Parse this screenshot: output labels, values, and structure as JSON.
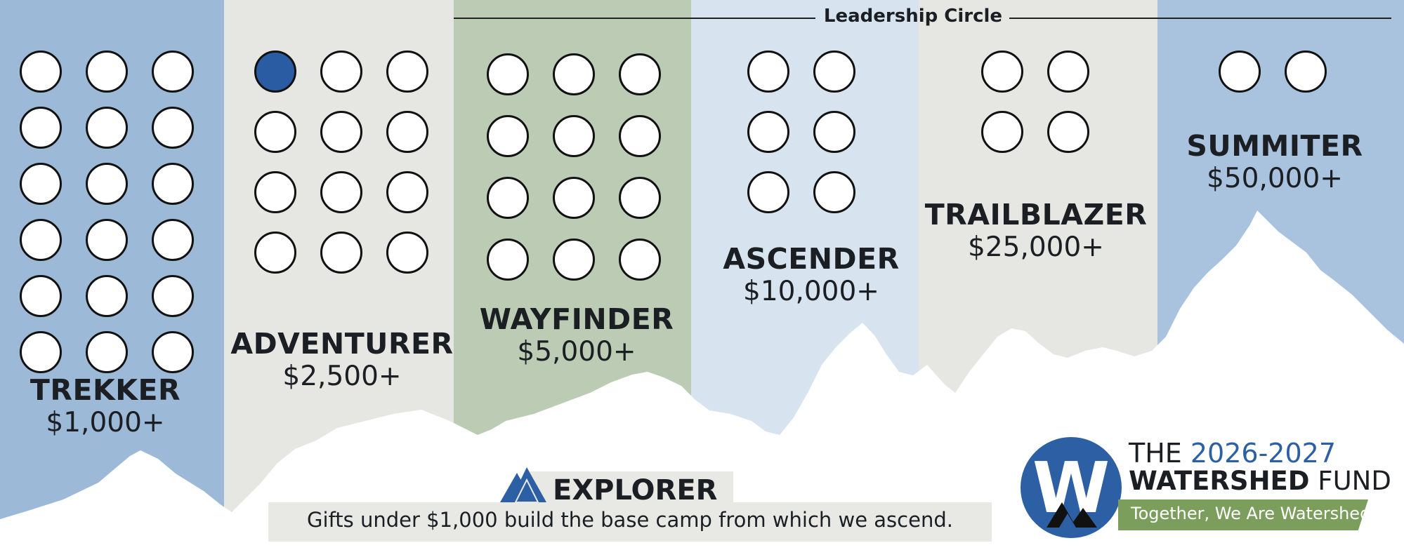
{
  "header": {
    "leadership_label": "Leadership Circle"
  },
  "tiers": [
    {
      "name": "TREKKER",
      "amount": "$1,000+",
      "spots": 18,
      "filled": 0,
      "bg": "#9cb9d8"
    },
    {
      "name": "ADVENTURER",
      "amount": "$2,500+",
      "spots": 12,
      "filled": 1,
      "bg": "#e6e6e3"
    },
    {
      "name": "WAYFINDER",
      "amount": "$5,000+",
      "spots": 12,
      "filled": 0,
      "bg": "#bccbb3"
    },
    {
      "name": "ASCENDER",
      "amount": "$10,000+",
      "spots": 6,
      "filled": 0,
      "bg": "#d7e3ef"
    },
    {
      "name": "TRAILBLAZER",
      "amount": "$25,000+",
      "spots": 4,
      "filled": 0,
      "bg": "#e6e6e3"
    },
    {
      "name": "SUMMITER",
      "amount": "$50,000+",
      "spots": 2,
      "filled": 0,
      "bg": "#a9c2dd"
    }
  ],
  "explorer": {
    "title": "EXPLORER",
    "note": "Gifts under $1,000 build the base camp from which we ascend."
  },
  "brand": {
    "line1_prefix": "THE ",
    "years": "2026-2027",
    "line2_bold": "WATERSHED",
    "line2_rest": " FUND",
    "tagline": "Together, We Are Watershed",
    "logo_letter": "W",
    "logo_icon": "watershed-logo-icon",
    "primary_color": "#2d5fa5",
    "accent_color": "#7b9e5c"
  },
  "colors": {
    "filled_spot": "#2a5ca3",
    "empty_spot": "#ffffff",
    "text": "#1b1f24"
  }
}
